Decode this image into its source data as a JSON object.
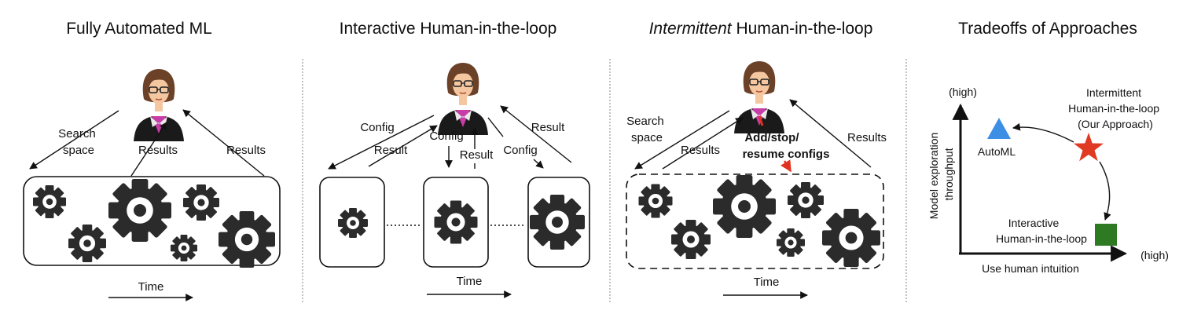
{
  "colors": {
    "ink": "#111111",
    "gear": "#2b2b2b",
    "divider": "#9a9a9a",
    "highlight_arrow": "#e0321e",
    "automl_marker": "#3d8fe6",
    "ours_marker": "#e03a23",
    "interactive_marker": "#2e7a23"
  },
  "icons": [
    "person-avatar-icon",
    "gear-icon",
    "triangle-icon",
    "star-icon",
    "square-icon"
  ],
  "panels": [
    {
      "title": "Fully Automated ML",
      "labels": {
        "search_space": [
          "Search",
          "space"
        ],
        "results_a": "Results",
        "results_b": "Results",
        "time": "Time"
      }
    },
    {
      "title": "Interactive Human-in-the-loop",
      "labels": {
        "config1": "Config",
        "result1": "Result",
        "config2": "Config",
        "result2": "Result",
        "result3": "Result",
        "config3": "Config",
        "time": "Time"
      }
    },
    {
      "title_italic": "Intermittent",
      "title_rest": " Human-in-the-loop",
      "labels": {
        "search_space": [
          "Search",
          "space"
        ],
        "results_a": "Results",
        "results_b": "Results",
        "action": [
          "Add/stop/",
          "resume configs"
        ],
        "time": "Time"
      }
    },
    {
      "title": "Tradeoffs of Approaches",
      "y_high": "(high)",
      "x_high": "(high)",
      "y_axis": [
        "Model exploration",
        "throughput"
      ],
      "x_axis": "Use human intuition",
      "points": [
        {
          "name": "AutoML",
          "shape": "triangle"
        },
        {
          "name": [
            "Intermittent",
            "Human-in-the-loop",
            "(Our Approach)"
          ],
          "shape": "star"
        },
        {
          "name": [
            "Interactive",
            "Human-in-the-loop"
          ],
          "shape": "square"
        }
      ]
    }
  ]
}
